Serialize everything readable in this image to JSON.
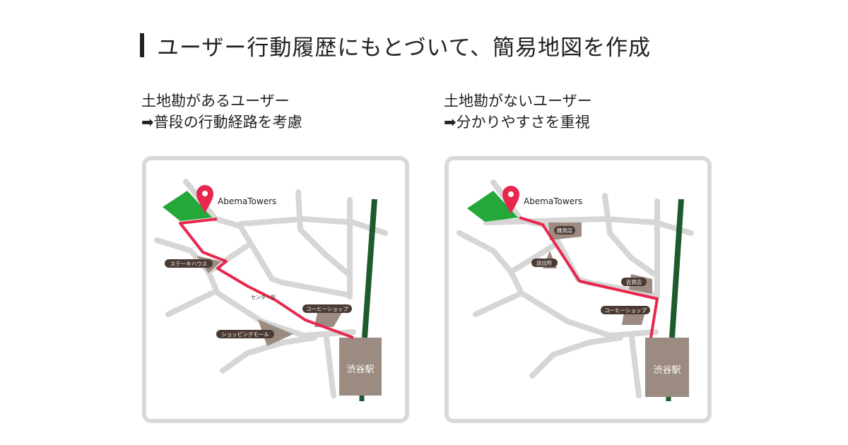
{
  "title": "ユーザー行動履歴にもとづいて、簡易地図を作成",
  "left": {
    "heading": "土地勘があるユーザー",
    "subheading": "➡普段の行動経路を考慮",
    "destination": "AbemaTowers",
    "station": "渋谷駅",
    "street": "センター街",
    "landmarks": [
      "ステーキハウス",
      "コーヒーショップ",
      "ショッピングモール"
    ]
  },
  "right": {
    "heading": "土地勘がないユーザー",
    "subheading": "➡分かりやすさを重視",
    "destination": "AbemaTowers",
    "station": "渋谷駅",
    "landmarks": [
      "雑貨店",
      "派出所",
      "百貨店",
      "コーヒーショップ"
    ]
  },
  "colors": {
    "route": "#e8274e",
    "park": "#24a83a",
    "rail": "#1d5b2e",
    "road": "#d6d6d6",
    "building": "#9c8b80",
    "label": "#4a3a33"
  }
}
